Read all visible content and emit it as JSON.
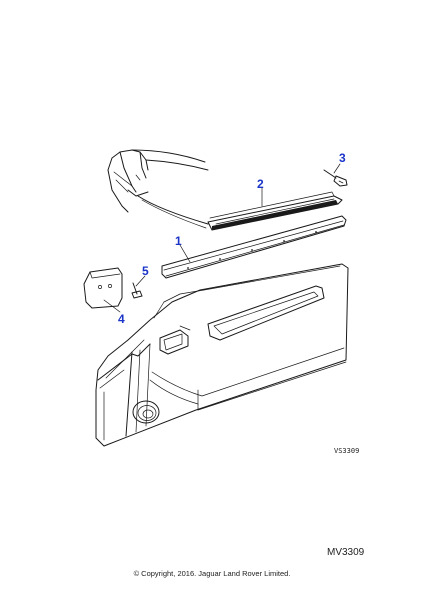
{
  "callouts": [
    "1",
    "2",
    "3",
    "4",
    "5"
  ],
  "drawing_code": "VS3309",
  "reference_code": "MV3309",
  "copyright": "© Copyright, 2016. Jaguar Land Rover Limited."
}
